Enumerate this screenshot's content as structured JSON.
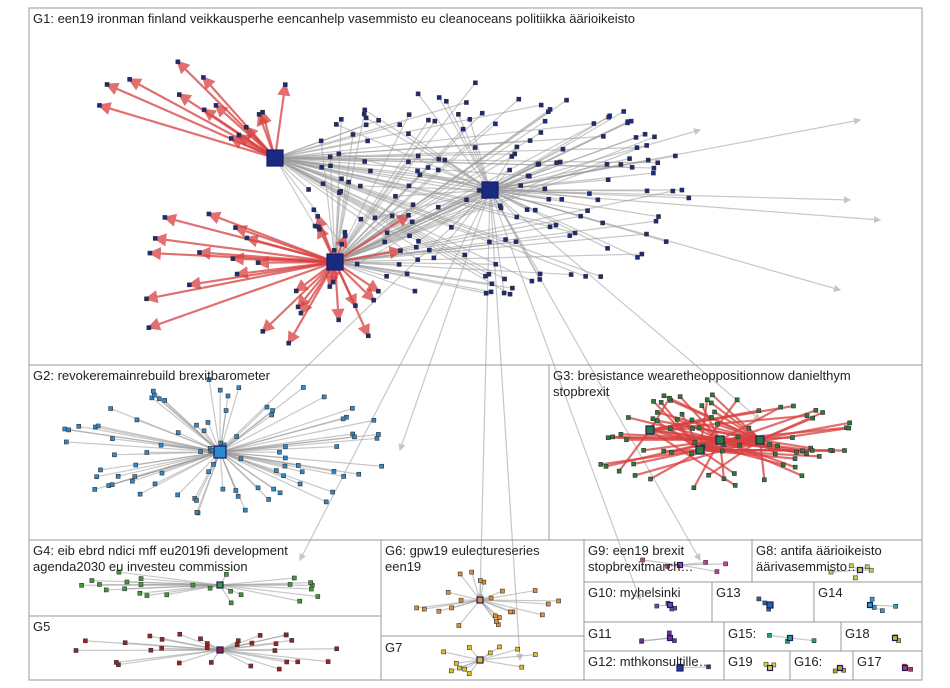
{
  "groups": [
    {
      "id": "G1",
      "label": "G1: een19 ironman finland veikkausperhe eencanhelp vasemmisto eu cleanoceans politiikka äärioikeisto",
      "color": "#1a2a80"
    },
    {
      "id": "G2",
      "label": "G2: revokeremainrebuild brexitbarometer",
      "color": "#2a8ad0"
    },
    {
      "id": "G3",
      "label": "G3: bresistance wearetheoppositionnow danielthym stopbrexit",
      "color": "#2a7a3a"
    },
    {
      "id": "G4",
      "label": "G4: eib ebrd ndici mff eu2019fi development agenda2030 eu investeu commission",
      "color": "#3aa030"
    },
    {
      "id": "G5",
      "label": "G5",
      "color": "#a02020"
    },
    {
      "id": "G6",
      "label": "G6: gpw19 eulectureseries een19",
      "color": "#e09030"
    },
    {
      "id": "G7",
      "label": "G7",
      "color": "#e0c020"
    },
    {
      "id": "G8",
      "label": "G8: antifa äärioikeisto äärivasemmisto…",
      "color": "#c0d060"
    },
    {
      "id": "G9",
      "label": "G9: een19 brexit stopbrexitmarch…",
      "color": "#c040a0"
    },
    {
      "id": "G10",
      "label": "G10: myhelsinki",
      "color": "#6a4aa0"
    },
    {
      "id": "G11",
      "label": "G11",
      "color": "#7030a0"
    },
    {
      "id": "G12",
      "label": "G12: mthkonsultille…",
      "color": "#2a3a90"
    },
    {
      "id": "G13",
      "label": "G13",
      "color": "#3060a0"
    },
    {
      "id": "G14",
      "label": "G14",
      "color": "#30a0c0"
    },
    {
      "id": "G15",
      "label": "G15:",
      "color": "#20a080"
    },
    {
      "id": "G16",
      "label": "G16:",
      "color": "#c0a030"
    },
    {
      "id": "G17",
      "label": "G17",
      "color": "#c03060"
    },
    {
      "id": "G18",
      "label": "G18",
      "color": "#d0b020"
    },
    {
      "id": "G19",
      "label": "G19",
      "color": "#e0d040"
    }
  ]
}
